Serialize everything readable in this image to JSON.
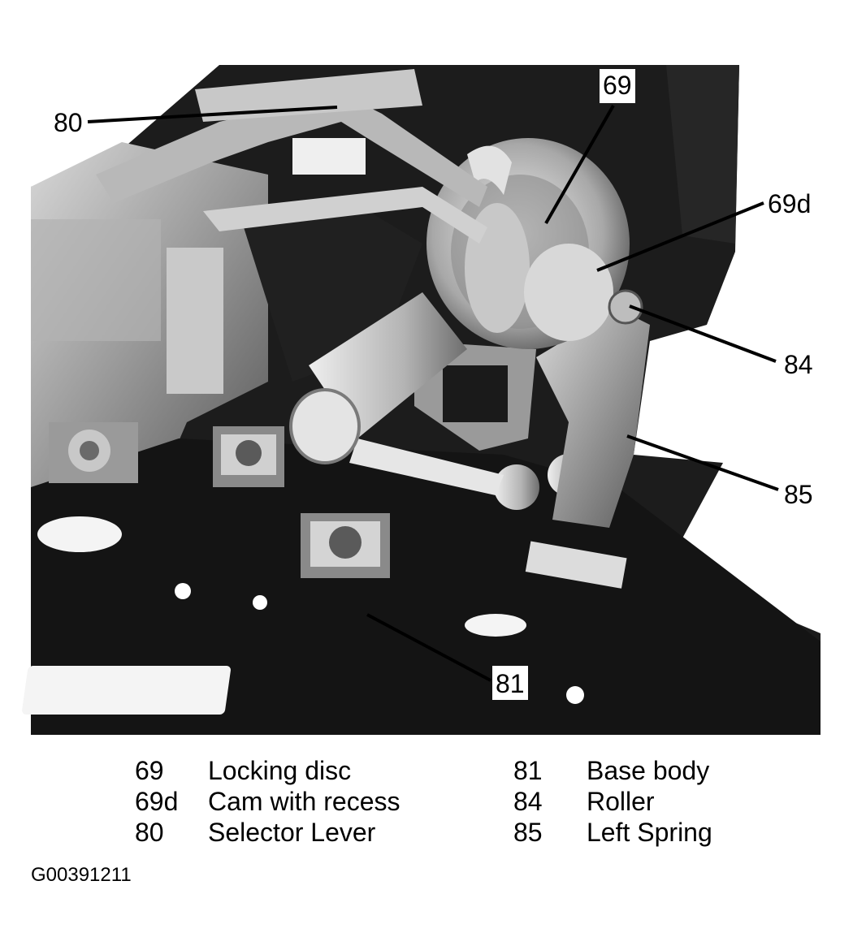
{
  "callouts": [
    {
      "id": "80",
      "label": "80"
    },
    {
      "id": "69",
      "label": "69"
    },
    {
      "id": "69d",
      "label": "69d"
    },
    {
      "id": "84",
      "label": "84"
    },
    {
      "id": "85",
      "label": "85"
    },
    {
      "id": "81",
      "label": "81"
    }
  ],
  "legend": {
    "left": [
      {
        "num": "69",
        "text": "Locking disc"
      },
      {
        "num": "69d",
        "text": "Cam with recess"
      },
      {
        "num": "80",
        "text": "Selector Lever"
      }
    ],
    "right": [
      {
        "num": "81",
        "text": "Base body"
      },
      {
        "num": "84",
        "text": "Roller"
      },
      {
        "num": "85",
        "text": "Left Spring"
      }
    ]
  },
  "figure_id": "G00391211"
}
